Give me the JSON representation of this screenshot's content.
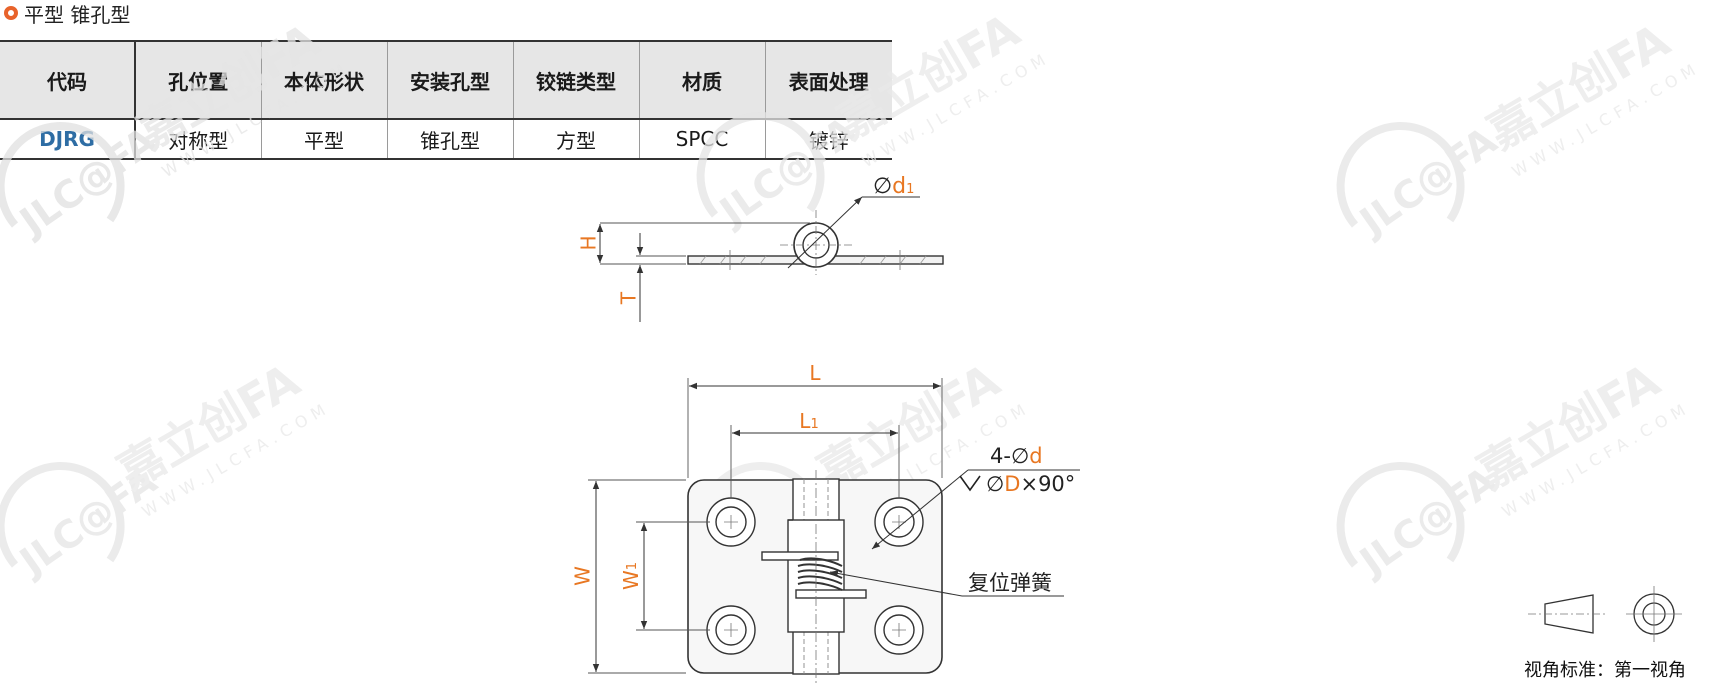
{
  "section": {
    "title": "平型 锥孔型"
  },
  "table": {
    "headers": [
      "代码",
      "孔位置",
      "本体形状",
      "安装孔型",
      "铰链类型",
      "材质",
      "表面处理"
    ],
    "row": [
      "DJRG",
      "对称型",
      "平型",
      "锥孔型",
      "方型",
      "SPCC",
      "镀锌"
    ]
  },
  "dims": {
    "d1_symbol": "∅",
    "d1_letter": "d",
    "d1_sub": "1",
    "H": "H",
    "T": "T",
    "L": "L",
    "L1_letter": "L",
    "L1_sub": "1",
    "W": "W",
    "W1_letter": "W",
    "W1_sub": "1",
    "hole_prefix": "4-∅",
    "hole_letter": "d",
    "csk_prefix": "∅",
    "csk_letter": "D",
    "csk_suffix": "×90°",
    "spring_label": "复位弹簧"
  },
  "view_standard": "视角标准：第一视角",
  "watermark": {
    "logo": "JLC@FA",
    "brand": "嘉立创FA",
    "url": "WWW.JLCFA.COM"
  },
  "colors": {
    "accent": "#e8632b",
    "code_blue": "#2e6da4",
    "dim_orange": "#e87722",
    "header_bg": "#e6e6e6"
  }
}
